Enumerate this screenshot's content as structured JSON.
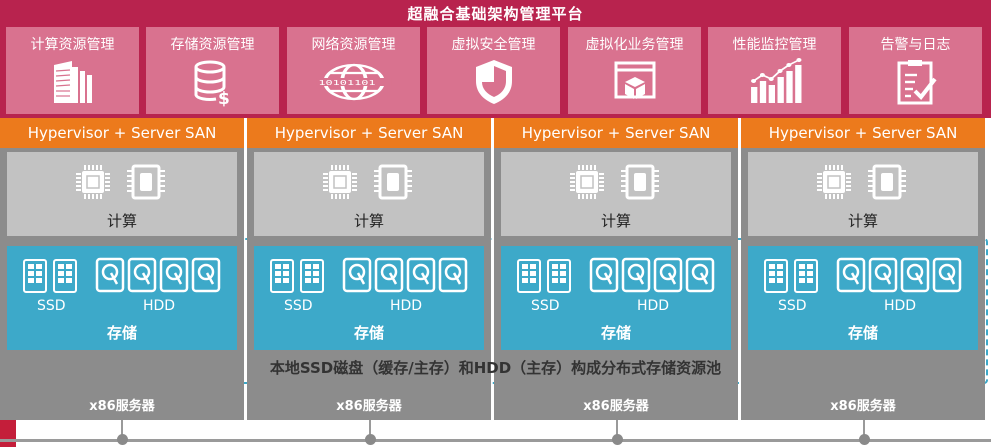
{
  "platform": {
    "title": "超融合基础架构管理平台",
    "background": "#b8234e",
    "module_background": "#d9728f",
    "modules": [
      {
        "label": "计算资源管理",
        "icon": "server-rack-icon"
      },
      {
        "label": "存储资源管理",
        "icon": "database-icon"
      },
      {
        "label": "网络资源管理",
        "icon": "globe-network-icon"
      },
      {
        "label": "虚拟安全管理",
        "icon": "shield-icon"
      },
      {
        "label": "虚拟化业务管理",
        "icon": "package-window-icon"
      },
      {
        "label": "性能监控管理",
        "icon": "bar-chart-icon"
      },
      {
        "label": "告警与日志",
        "icon": "clipboard-checklist-icon"
      }
    ]
  },
  "nodes": [
    {
      "hypervisor": "Hypervisor + Server SAN",
      "compute": "计算",
      "ssd": "SSD",
      "hdd": "HDD",
      "storage": "存储",
      "server": "x86服务器"
    },
    {
      "hypervisor": "Hypervisor + Server SAN",
      "compute": "计算",
      "ssd": "SSD",
      "hdd": "HDD",
      "storage": "存储",
      "server": "x86服务器"
    },
    {
      "hypervisor": "Hypervisor + Server SAN",
      "compute": "计算",
      "ssd": "SSD",
      "hdd": "HDD",
      "storage": "存储",
      "server": "x86服务器"
    },
    {
      "hypervisor": "Hypervisor + Server SAN",
      "compute": "计算",
      "ssd": "SSD",
      "hdd": "HDD",
      "storage": "存储",
      "server": "x86服务器"
    }
  ],
  "node_icons": {
    "compute": [
      "cpu-chip-icon",
      "memory-chip-icon"
    ],
    "ssd": "ssd-icon",
    "hdd": "hdd-icon"
  },
  "storage_pool": {
    "label": "本地SSD磁盘（缓存/主存）和HDD（主存）构成分布式存储资源池"
  },
  "colors": {
    "hypervisor_bar": "#ec7a1c",
    "compute_box": "#c2c2c2",
    "storage_box": "#3da9c9",
    "node_body": "#8c8c8c",
    "network_accent": "#c41e3a"
  }
}
